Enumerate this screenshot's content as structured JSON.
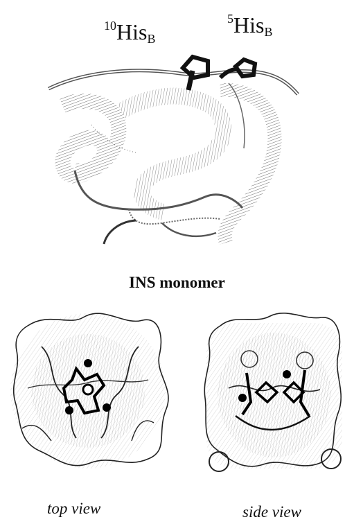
{
  "labels": {
    "his10": {
      "sup": "10",
      "base": "His",
      "sub": "B"
    },
    "his5": {
      "sup": "5",
      "base": "His",
      "sub": "B"
    },
    "monomer": "INS monomer",
    "top_view": "top view",
    "side_view": "side view"
  },
  "colors": {
    "ink": "#111111",
    "ribbon": "#555555",
    "paper": "#ffffff"
  },
  "panels": [
    "insulin-monomer-ribbon",
    "hexamer-top-view",
    "hexamer-side-view"
  ]
}
